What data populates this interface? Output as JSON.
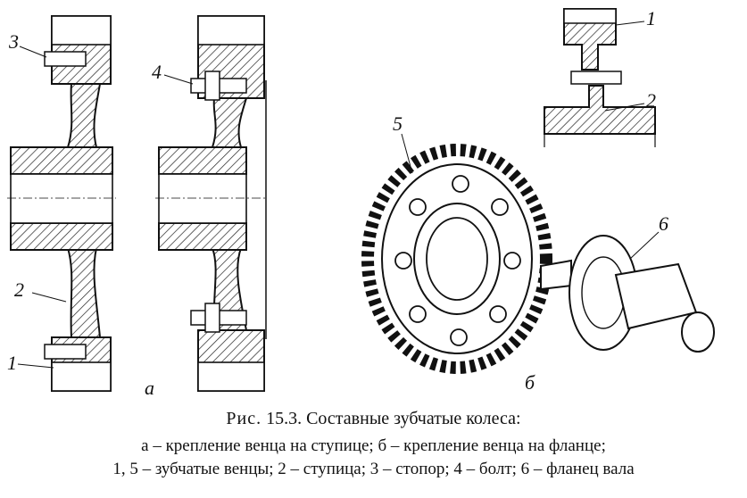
{
  "labels": {
    "l3": "3",
    "l2": "2",
    "l1": "1",
    "l4": "4",
    "la": "а",
    "l5": "5",
    "lb": "б",
    "l6": "6",
    "t1": "1",
    "t2": "2"
  },
  "caption": {
    "prefix": "Рис.",
    "title": "15.3. Составные зубчатые колеса:",
    "line1": "а – крепление венца на ступице; б – крепление венца на фланце;",
    "line2": "1, 5 – зубчатые венцы; 2 – ступица; 3 – стопор; 4 – болт; 6 – фланец вала"
  }
}
